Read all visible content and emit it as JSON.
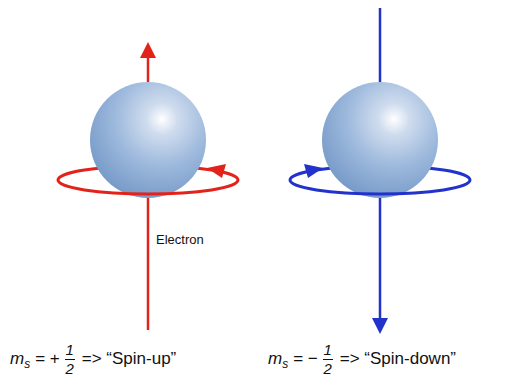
{
  "diagram": {
    "labels": [
      "Electron",
      "m",
      "s",
      "= +",
      "1",
      "2",
      "=> “Spin-up”",
      "m",
      "s",
      "= −",
      "1",
      "2",
      "=> “Spin-down”"
    ]
  }
}
